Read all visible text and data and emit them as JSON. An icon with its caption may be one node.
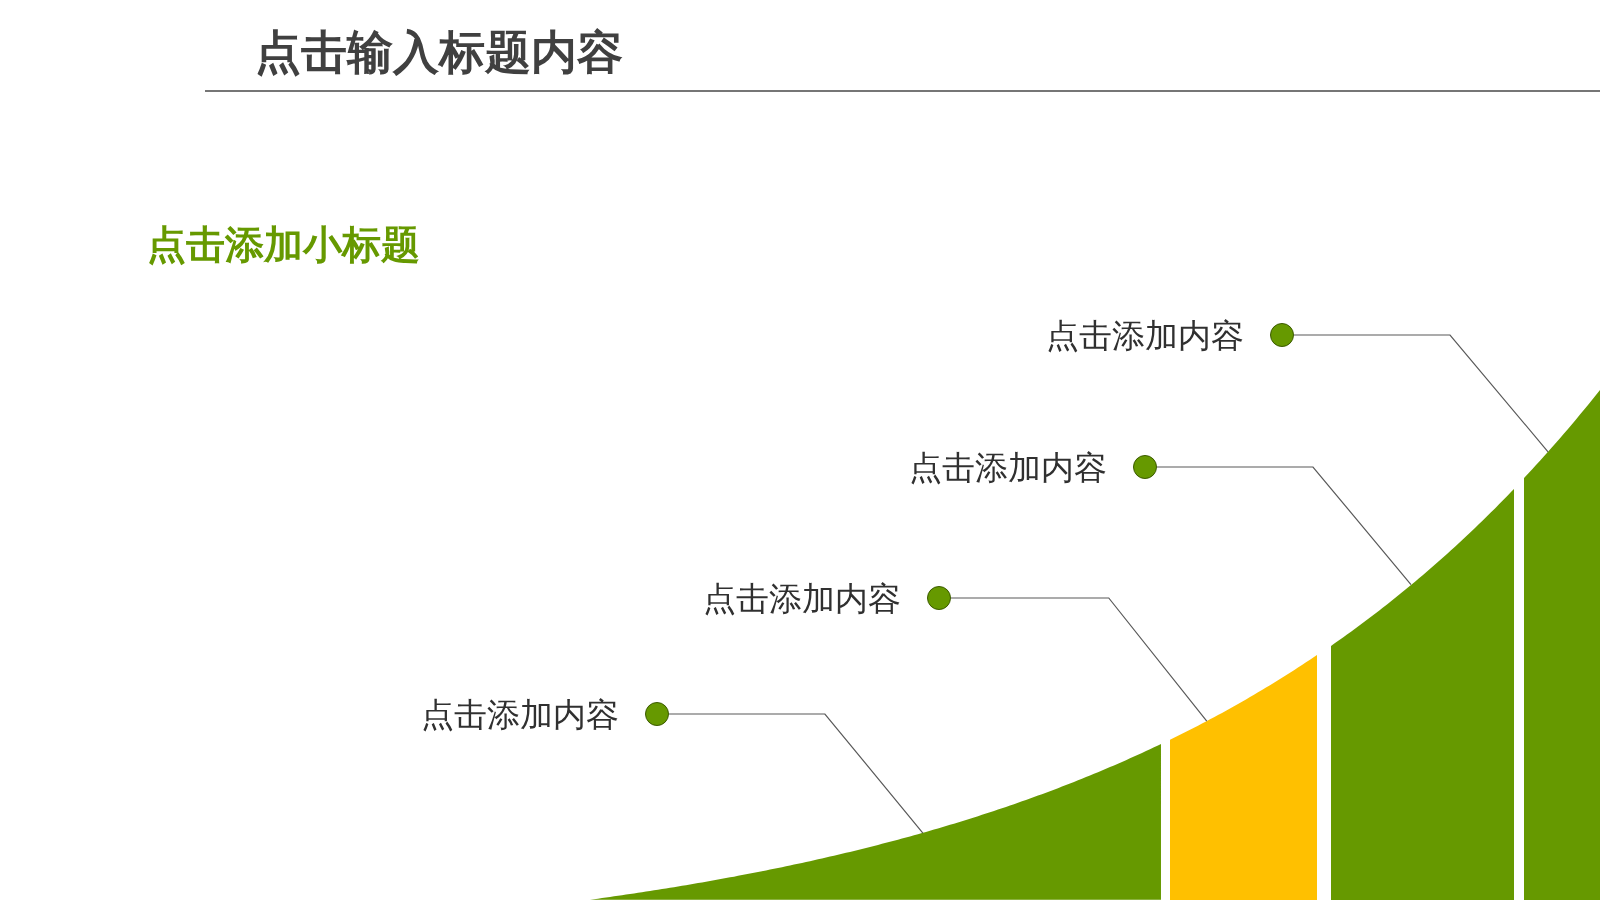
{
  "diagram": {
    "title": "点击输入标题内容",
    "nodes": [
      {
        "text": [
          "点击添加内容"
        ]
      },
      {
        "text": [
          "点击添加内容"
        ]
      },
      {
        "text": [
          "点击添加内容"
        ]
      },
      {
        "text": [
          "点击添加内容"
        ]
      },
      {
        "text": [],
        "shape": "bar"
      },
      {
        "text": [],
        "shape": "bar"
      },
      {
        "text": [],
        "shape": "bar"
      },
      {
        "text": [],
        "shape": "bar"
      }
    ],
    "edges": [
      {
        "from": 0,
        "to": 7,
        "arrow": "none"
      },
      {
        "from": 1,
        "to": 6,
        "arrow": "none"
      },
      {
        "from": 2,
        "to": 5,
        "arrow": "none"
      },
      {
        "from": 3,
        "to": 4,
        "arrow": "none"
      }
    ],
    "labels": [
      "点击添加小标题"
    ]
  }
}
